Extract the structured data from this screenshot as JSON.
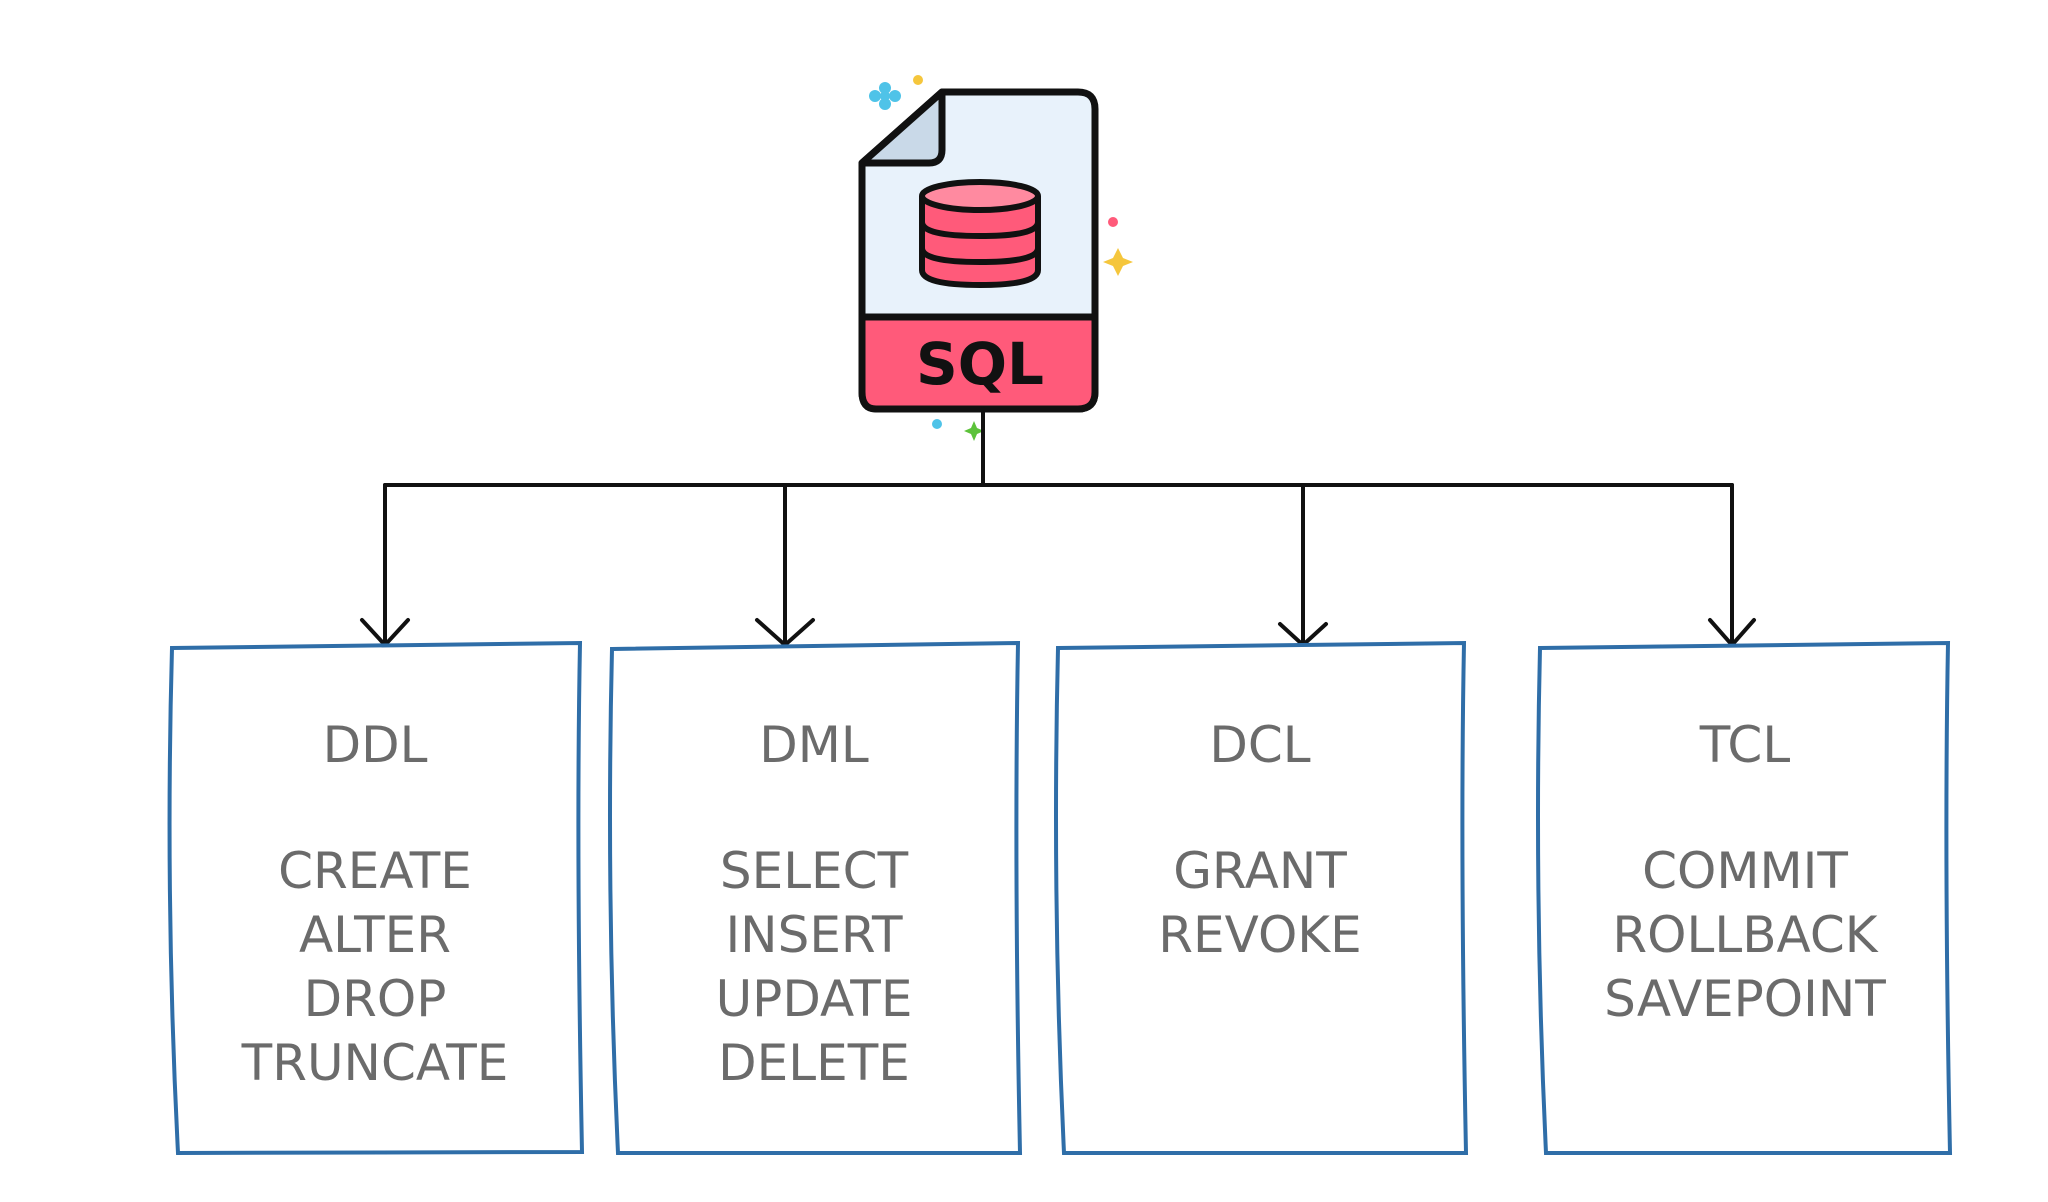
{
  "root": {
    "label": "SQL",
    "icon": "sql-database-file-icon",
    "colors": {
      "accent": "#ff5a7a",
      "file_bg": "#e8f2fb",
      "fold": "#c9d9e8",
      "outline": "#111111"
    }
  },
  "categories": [
    {
      "title": "DDL",
      "commands": [
        "CREATE",
        "ALTER",
        "DROP",
        "TRUNCATE"
      ]
    },
    {
      "title": "DML",
      "commands": [
        "SELECT",
        "INSERT",
        "UPDATE",
        "DELETE"
      ]
    },
    {
      "title": "DCL",
      "commands": [
        "GRANT",
        "REVOKE"
      ]
    },
    {
      "title": "TCL",
      "commands": [
        "COMMIT",
        "ROLLBACK",
        "SAVEPOINT"
      ]
    }
  ],
  "colors": {
    "box_border": "#2f6ea8",
    "text": "#6b6b6b",
    "connector": "#111111",
    "sparkles": [
      "#4fc3e8",
      "#f5c63c",
      "#ff5a7a",
      "#5cc23a"
    ]
  }
}
